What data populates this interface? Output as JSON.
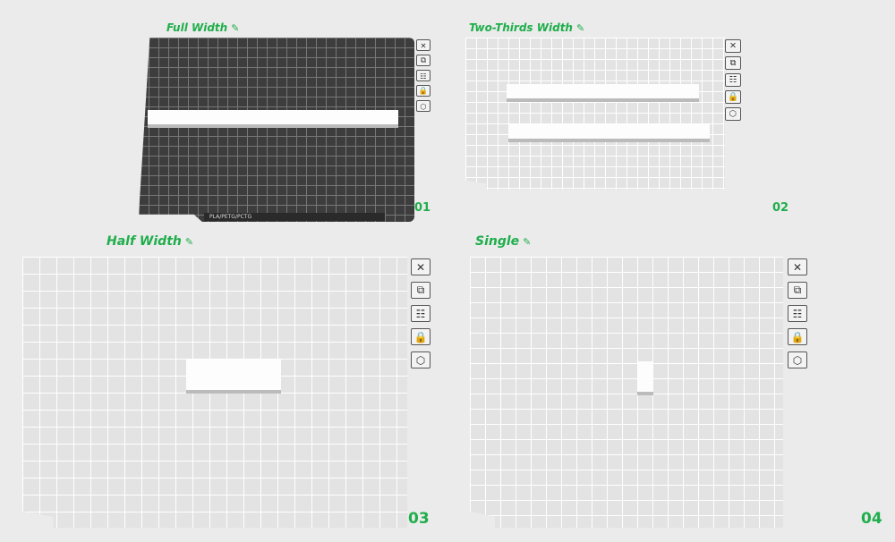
{
  "plates": [
    {
      "title": "Full Width",
      "number": "01",
      "filament": "PLA/PETG/PCTG"
    },
    {
      "title": "Two-Thirds Width",
      "number": "02"
    },
    {
      "title": "Half Width",
      "number": "03"
    },
    {
      "title": "Single",
      "number": "04"
    }
  ],
  "plate_icons": [
    "close-icon",
    "auto-arrange-icon",
    "plate-settings-icon",
    "lock-icon",
    "orient-icon"
  ],
  "edit_glyph": "✎",
  "colors": {
    "accent": "#1fae4b",
    "bed_dark": "#3d3d3d",
    "bed_light": "#e3e3e3"
  }
}
